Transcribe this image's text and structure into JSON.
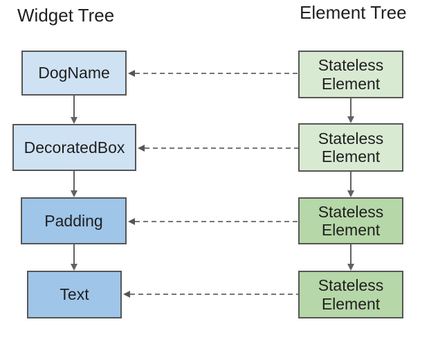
{
  "widget_tree": {
    "title": "Widget Tree",
    "nodes": [
      {
        "label": "DogName",
        "fill": "#cfe2f3"
      },
      {
        "label": "DecoratedBox",
        "fill": "#cfe2f3"
      },
      {
        "label": "Padding",
        "fill": "#9fc5e8"
      },
      {
        "label": "Text",
        "fill": "#9fc5e8"
      }
    ]
  },
  "element_tree": {
    "title": "Element Tree",
    "nodes": [
      {
        "label": "Stateless Element",
        "fill": "#d9ead3"
      },
      {
        "label": "Stateless Element",
        "fill": "#d9ead3"
      },
      {
        "label": "Stateless Element",
        "fill": "#b6d7a8"
      },
      {
        "label": "Stateless Element",
        "fill": "#b6d7a8"
      }
    ]
  },
  "colors": {
    "box_border": "#555555",
    "solid_connector": "#616161",
    "dashed_connector": "#757575",
    "text": "#1f1f1f",
    "background": "#ffffff"
  }
}
